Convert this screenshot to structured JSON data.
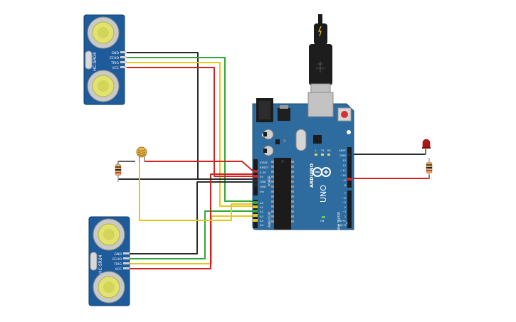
{
  "sensor_top": {
    "model": "HC-SR04",
    "pins": [
      "GND",
      "ECHO",
      "TRIG",
      "VCC"
    ]
  },
  "sensor_bottom": {
    "model": "HC-SR04",
    "pins": [
      "GND",
      "ECHO",
      "TRIG",
      "VCC"
    ]
  },
  "arduino": {
    "brand": "ARDUINO",
    "model": "UNO",
    "power_header_label": "POWER",
    "power_pins": [
      "IOREF",
      "RESET",
      "3.3V",
      "5V",
      "GND",
      "GND",
      "Vin"
    ],
    "analog_header_label": "ANALOG IN",
    "analog_pins": [
      "A0",
      "A1",
      "A2",
      "A3",
      "A4",
      "A5"
    ],
    "digital_header_label": "DIGITAL (PWM~)",
    "digital_top_pins": [
      "AREF",
      "GND",
      "13",
      "12",
      "~11",
      "~10",
      "~9",
      "8"
    ],
    "digital_bottom_pins": [
      "7",
      "~6",
      "~5",
      "4",
      "~3",
      "2",
      "TX→1",
      "RX←0"
    ],
    "tx_label": "TX",
    "rx_label": "RX",
    "l_label": "L",
    "on_label": "ON"
  },
  "colors": {
    "board": "#2e6b9e",
    "board_dark": "#1f4f78",
    "sensor": "#1d5b9a",
    "wire_black": "#2b2b2b",
    "wire_red": "#d42222",
    "wire_yellow": "#e6c619",
    "wire_green": "#2fa836",
    "led": "#b01515"
  }
}
